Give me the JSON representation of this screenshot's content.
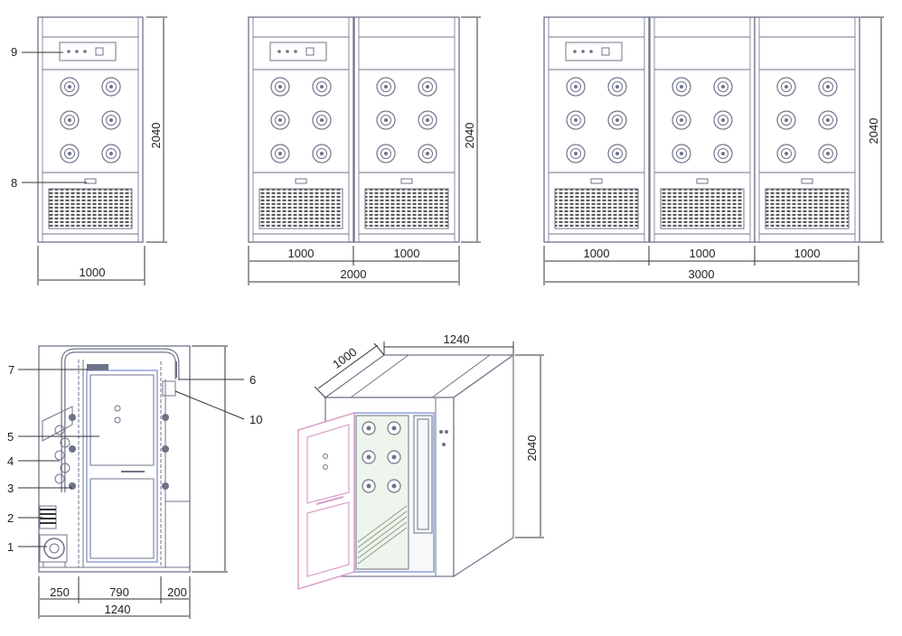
{
  "colors": {
    "line": "#5b5f73",
    "frame": "#6f7388",
    "dim": "#333333",
    "door_pink": "#d9a0c8",
    "door_blue": "#8fa0d8",
    "grille": "#555555",
    "green": "#b8d8b0"
  },
  "front_views": [
    {
      "id": "single",
      "width_label": "1000",
      "height_label": "2040",
      "units": []
    },
    {
      "id": "double",
      "width_label": "2000",
      "height_label": "2040",
      "units": [
        "1000",
        "1000"
      ]
    },
    {
      "id": "triple",
      "width_label": "3000",
      "height_label": "2040",
      "units": [
        "1000",
        "1000",
        "1000"
      ]
    }
  ],
  "part_callouts": {
    "c1": "1",
    "c2": "2",
    "c3": "3",
    "c4": "4",
    "c5": "5",
    "c6": "6",
    "c7": "7",
    "c8": "8",
    "c9": "9",
    "c10": "10"
  },
  "section_view": {
    "dims": [
      "250",
      "790",
      "200"
    ],
    "total": "1240"
  },
  "iso_view": {
    "depth": "1000",
    "width": "1240",
    "height": "2040"
  }
}
